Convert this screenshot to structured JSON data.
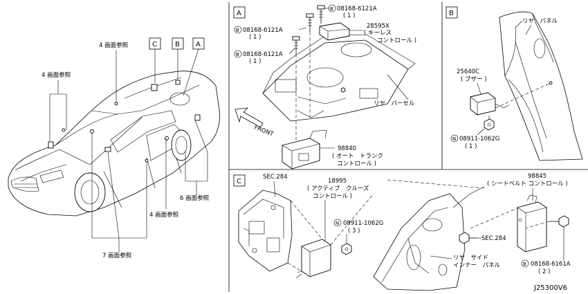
{
  "overview": {
    "ref_4_top": "4 画面参照",
    "ref_4_left": "4 画面参照",
    "ref_4_bottom": "4 画面参照",
    "ref_6": "6 画面参照",
    "ref_7": "7 画面参照",
    "box_c": "C",
    "box_b": "B",
    "box_a": "A"
  },
  "panel_a": {
    "tag": "A",
    "bolt_top": "08168-6121A",
    "bolt_top_qty": "( 1 )",
    "bolt_mid": "08168-6121A",
    "bolt_mid_qty": "( 1 )",
    "bolt_low": "08168-6121A",
    "bolt_low_qty": "( 1 )",
    "keyless_num": "28595X",
    "keyless_name_1": "( キーレス",
    "keyless_name_2": "コントロール )",
    "parcel": "リヤ　パーセル",
    "front": "FRONT",
    "trunk_num": "98840",
    "trunk_name_1": "( オート　トランク",
    "trunk_name_2": "コントロール )"
  },
  "panel_b": {
    "tag": "B",
    "rear_panel": "リヤ　パネル",
    "buzzer_num": "25640C",
    "buzzer_name": "( ブザー )",
    "nut": "08911-1062G",
    "nut_qty": "( 1 )"
  },
  "panel_c": {
    "tag": "C",
    "sec_left": "SEC.284",
    "acc_num": "18995",
    "acc_name_1": "( アクティブ　クルーズ",
    "acc_name_2": "コントロール )",
    "nut": "08911-1062G",
    "nut_qty": "( 3 )",
    "seatbelt_num": "98845",
    "seatbelt_name": "( シートベルト コントロール )",
    "sec_right": "SEC.284",
    "inner_panel_1": "リヤ　サイド",
    "inner_panel_2": "インナー　パネル",
    "bolt": "08168-6161A",
    "bolt_qty": "( 2 )"
  },
  "diagram_code": "J25300V6",
  "symbols": {
    "bolt_prefix": "B",
    "nut_prefix": "N"
  }
}
